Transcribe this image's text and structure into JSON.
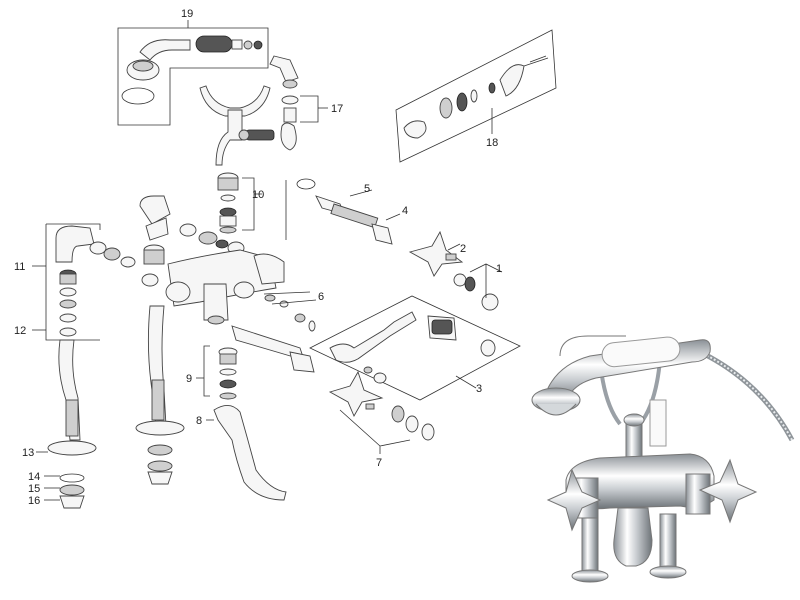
{
  "callouts": [
    {
      "id": "c19",
      "label": "19"
    },
    {
      "id": "c17",
      "label": "17"
    },
    {
      "id": "c18",
      "label": "18"
    },
    {
      "id": "c10",
      "label": "10"
    },
    {
      "id": "c5",
      "label": "5"
    },
    {
      "id": "c4",
      "label": "4"
    },
    {
      "id": "c2",
      "label": "2"
    },
    {
      "id": "c1",
      "label": "1"
    },
    {
      "id": "c6",
      "label": "6"
    },
    {
      "id": "c3",
      "label": "3"
    },
    {
      "id": "c11",
      "label": "11"
    },
    {
      "id": "c12",
      "label": "12"
    },
    {
      "id": "c9",
      "label": "9"
    },
    {
      "id": "c8",
      "label": "8"
    },
    {
      "id": "c7",
      "label": "7"
    },
    {
      "id": "c13",
      "label": "13"
    },
    {
      "id": "c14",
      "label": "14"
    },
    {
      "id": "c15",
      "label": "15"
    },
    {
      "id": "c16",
      "label": "16"
    }
  ],
  "colors": {
    "line": "#333333",
    "part_fill": "#f6f6f6",
    "chrome_dark": "#9aa0a6",
    "chrome_light": "#ffffff",
    "handle_white": "#fafafa"
  }
}
